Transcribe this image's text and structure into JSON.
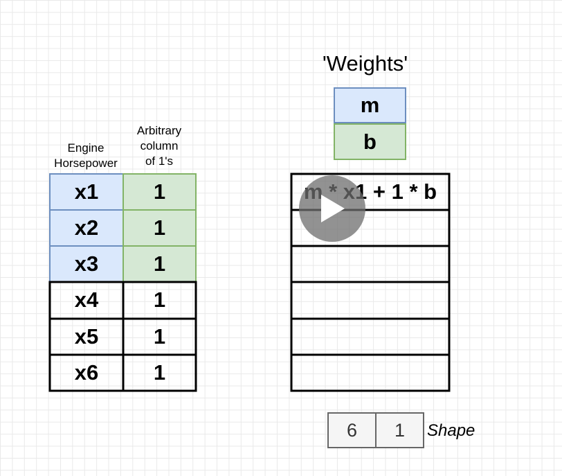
{
  "headers": {
    "engine": [
      "Engine",
      "Horsepower"
    ],
    "ones": [
      "Arbitrary",
      "column",
      "of 1's"
    ]
  },
  "features": {
    "x_values": [
      "x1",
      "x2",
      "x3",
      "x4",
      "x5",
      "x6"
    ],
    "ones_values": [
      "1",
      "1",
      "1",
      "1",
      "1",
      "1"
    ],
    "highlighted_rows": 3
  },
  "weights": {
    "title": "'Weights'",
    "items": [
      "m",
      "b"
    ]
  },
  "result": {
    "first_row": "m * x1 + 1 * b",
    "rows": 6
  },
  "shape": {
    "values": [
      "6",
      "1"
    ],
    "label": "Shape"
  },
  "colors": {
    "blue_fill": "#dae8fc",
    "blue_border": "#6c8ebf",
    "green_fill": "#d5e8d4",
    "green_border": "#82b366"
  },
  "icons": {
    "video": "play-icon"
  }
}
